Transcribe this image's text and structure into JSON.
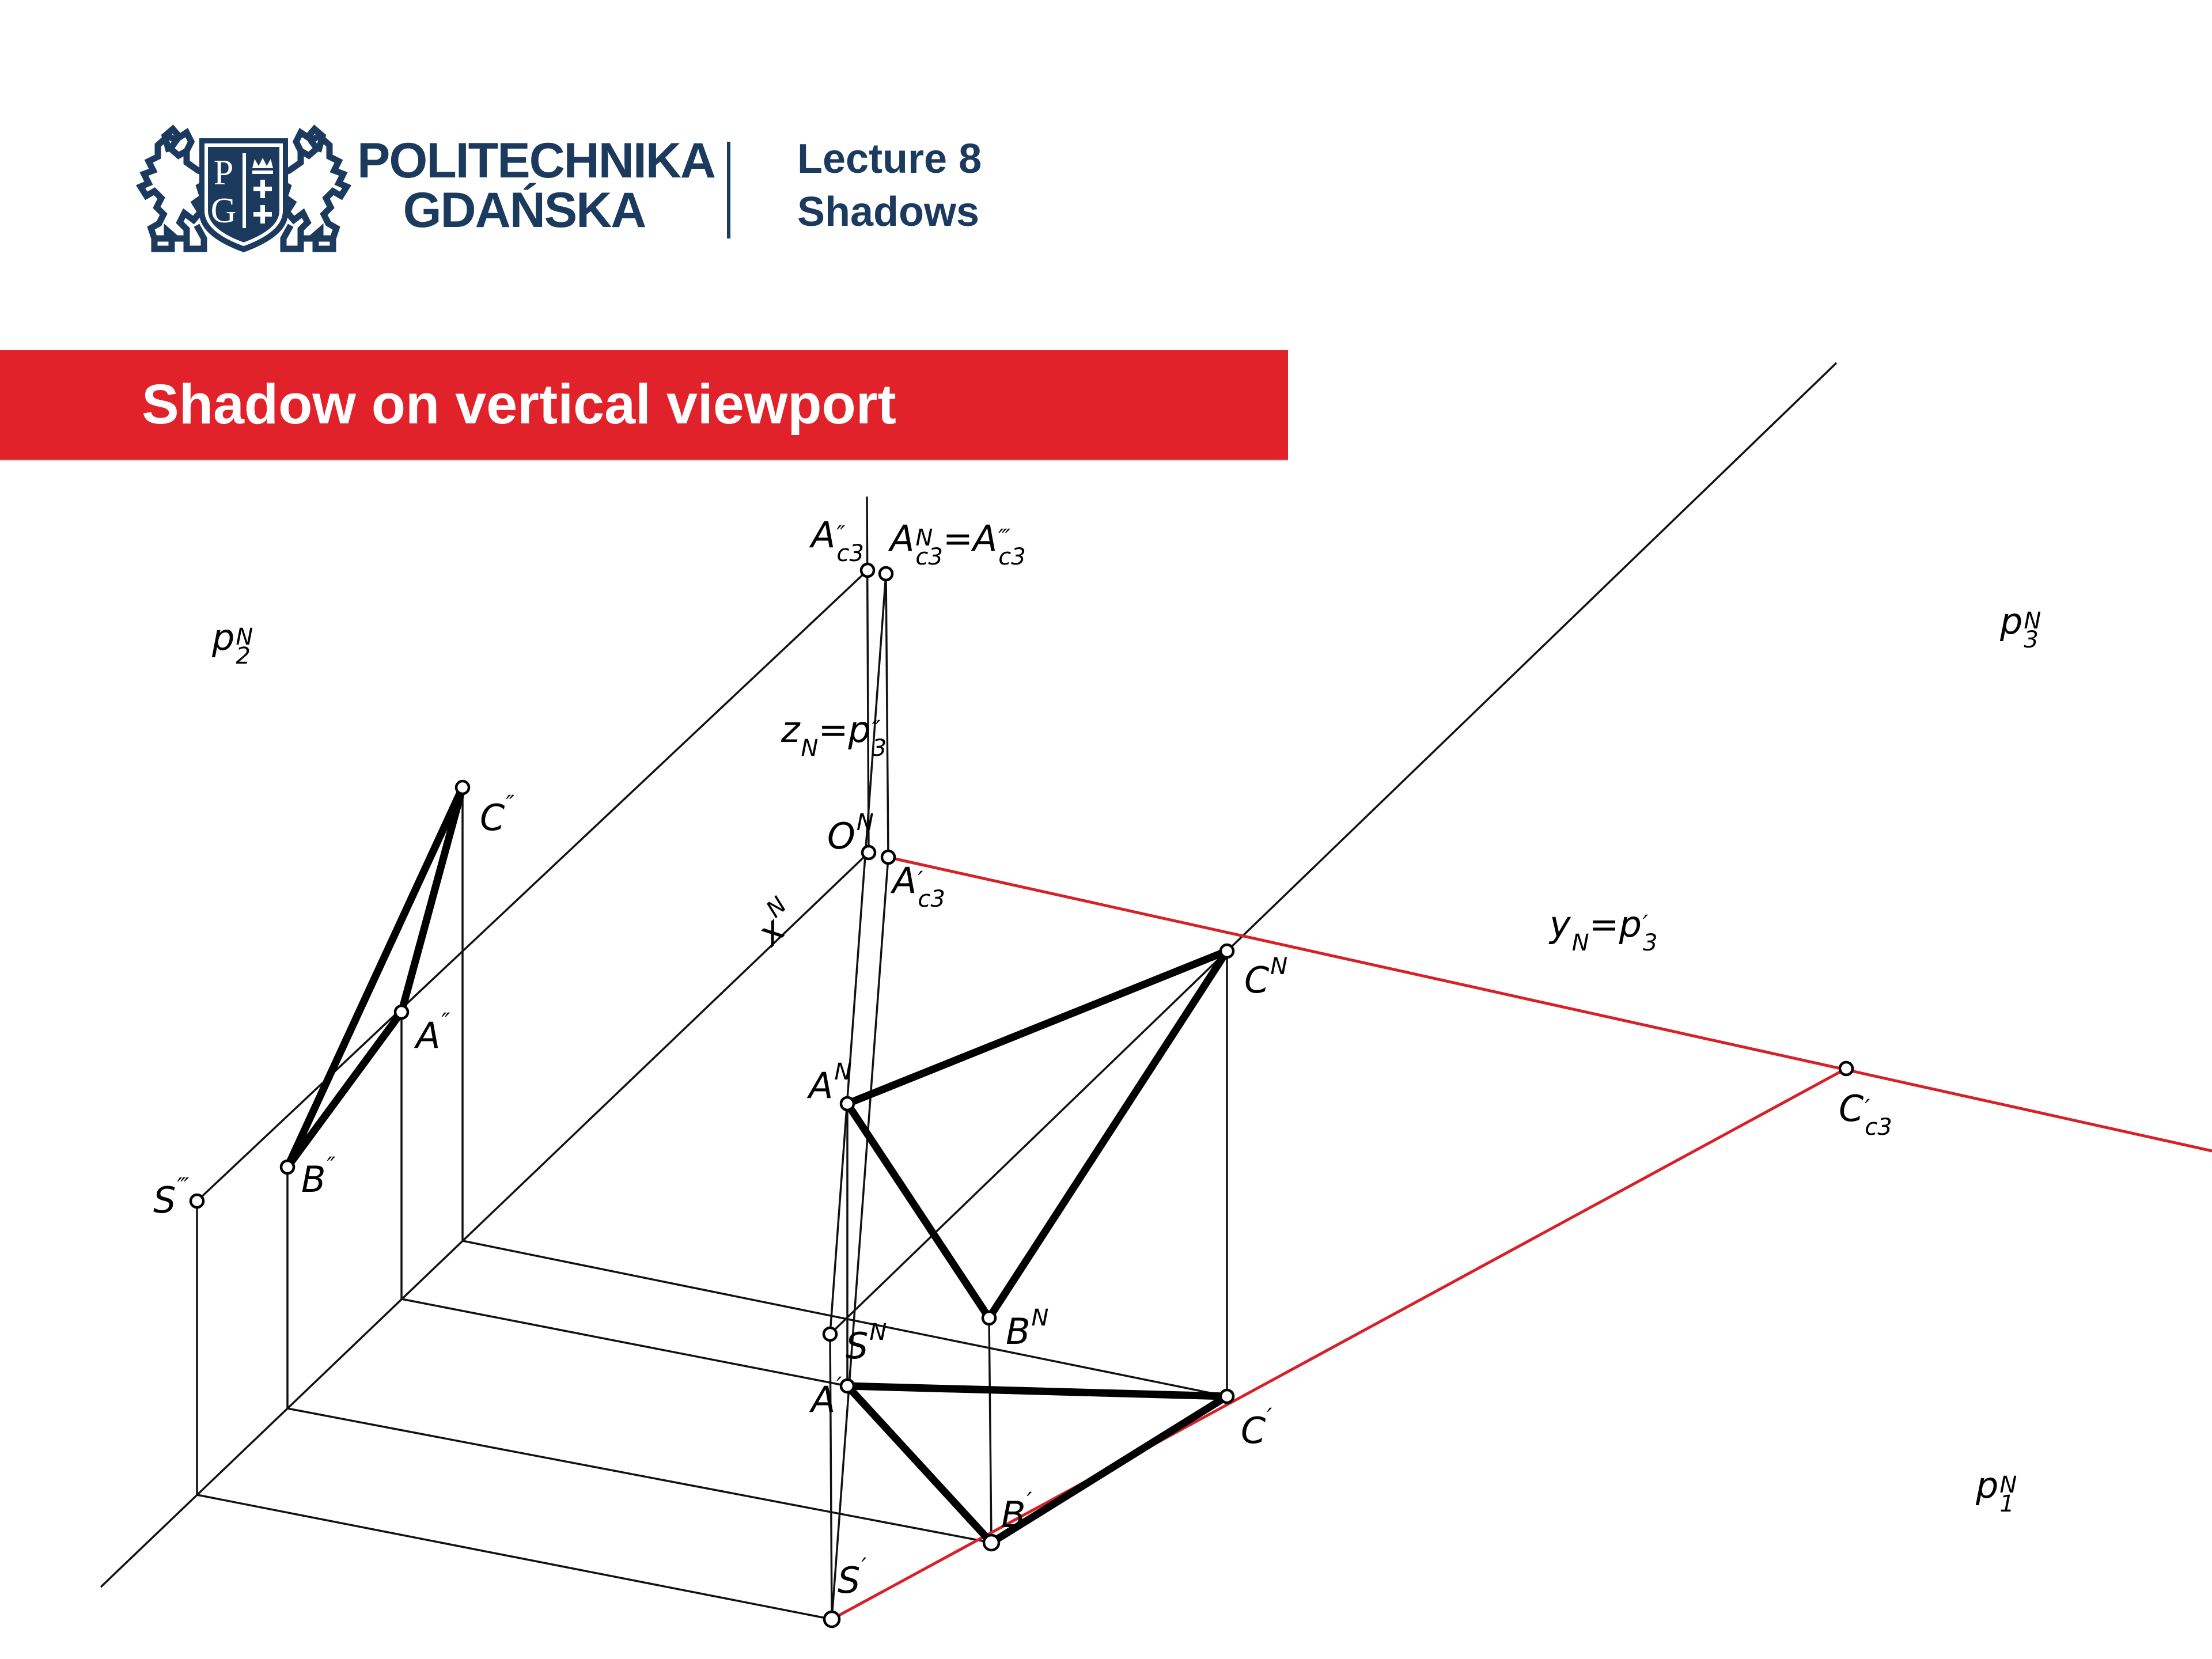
{
  "header": {
    "university_line1": "POLITECHNIKA",
    "university_line2": "GDAŃSKA",
    "lecture_line1": "Lecture 8",
    "lecture_line2": "Shadows",
    "logo_letters": {
      "p": "P",
      "g": "G"
    }
  },
  "banner": {
    "title": "Shadow on vertical viewport"
  },
  "colors": {
    "navy": "#1b3a5e",
    "banner_red": "#e2222b",
    "construction_red": "#d62128",
    "ink": "#000000"
  },
  "diagram": {
    "labels": {
      "A2c3": {
        "base": "A",
        "sup": "″",
        "sub": "c3"
      },
      "ANc3eq": {
        "t1": "A",
        "t1sup": "N",
        "t1sub": "c3",
        "eq": "=",
        "t2": "A",
        "t2sup": "‴",
        "t2sub": "c3"
      },
      "p2N": {
        "base": "p",
        "sup": "N",
        "sub": "2"
      },
      "p3N": {
        "base": "p",
        "sup": "N",
        "sub": "3"
      },
      "p1N": {
        "base": "p",
        "sup": "N",
        "sub": "1"
      },
      "zeq": {
        "t1": "z",
        "t1sup": "N",
        "eq": "=",
        "t2": "p",
        "t2sup": "″",
        "t2sub": "3"
      },
      "yeq": {
        "t1": "y",
        "t1sup": "N",
        "eq": "=",
        "t2": "p",
        "t2sup": "′",
        "t2sub": "3"
      },
      "ON": {
        "base": "O",
        "sup": "N",
        "sub": ""
      },
      "A1c3": {
        "base": "A",
        "sup": "′",
        "sub": "c3"
      },
      "xN": {
        "base": "x",
        "sup": "N",
        "sub": ""
      },
      "C2": {
        "base": "C",
        "sup": "″",
        "sub": ""
      },
      "A2": {
        "base": "A",
        "sup": "″",
        "sub": ""
      },
      "B2": {
        "base": "B",
        "sup": "″",
        "sub": ""
      },
      "S3": {
        "base": "S",
        "sup": "‴",
        "sub": ""
      },
      "AN": {
        "base": "A",
        "sup": "N",
        "sub": ""
      },
      "CN": {
        "base": "C",
        "sup": "N",
        "sub": ""
      },
      "BN": {
        "base": "B",
        "sup": "N",
        "sub": ""
      },
      "SN": {
        "base": "S",
        "sup": "N",
        "sub": ""
      },
      "A1": {
        "base": "A",
        "sup": "′",
        "sub": ""
      },
      "C1": {
        "base": "C",
        "sup": "′",
        "sub": ""
      },
      "B1": {
        "base": "B",
        "sup": "′",
        "sub": ""
      },
      "S1": {
        "base": "S",
        "sup": "′",
        "sub": ""
      },
      "C1c3": {
        "base": "C",
        "sup": "′",
        "sub": "c3"
      }
    }
  }
}
